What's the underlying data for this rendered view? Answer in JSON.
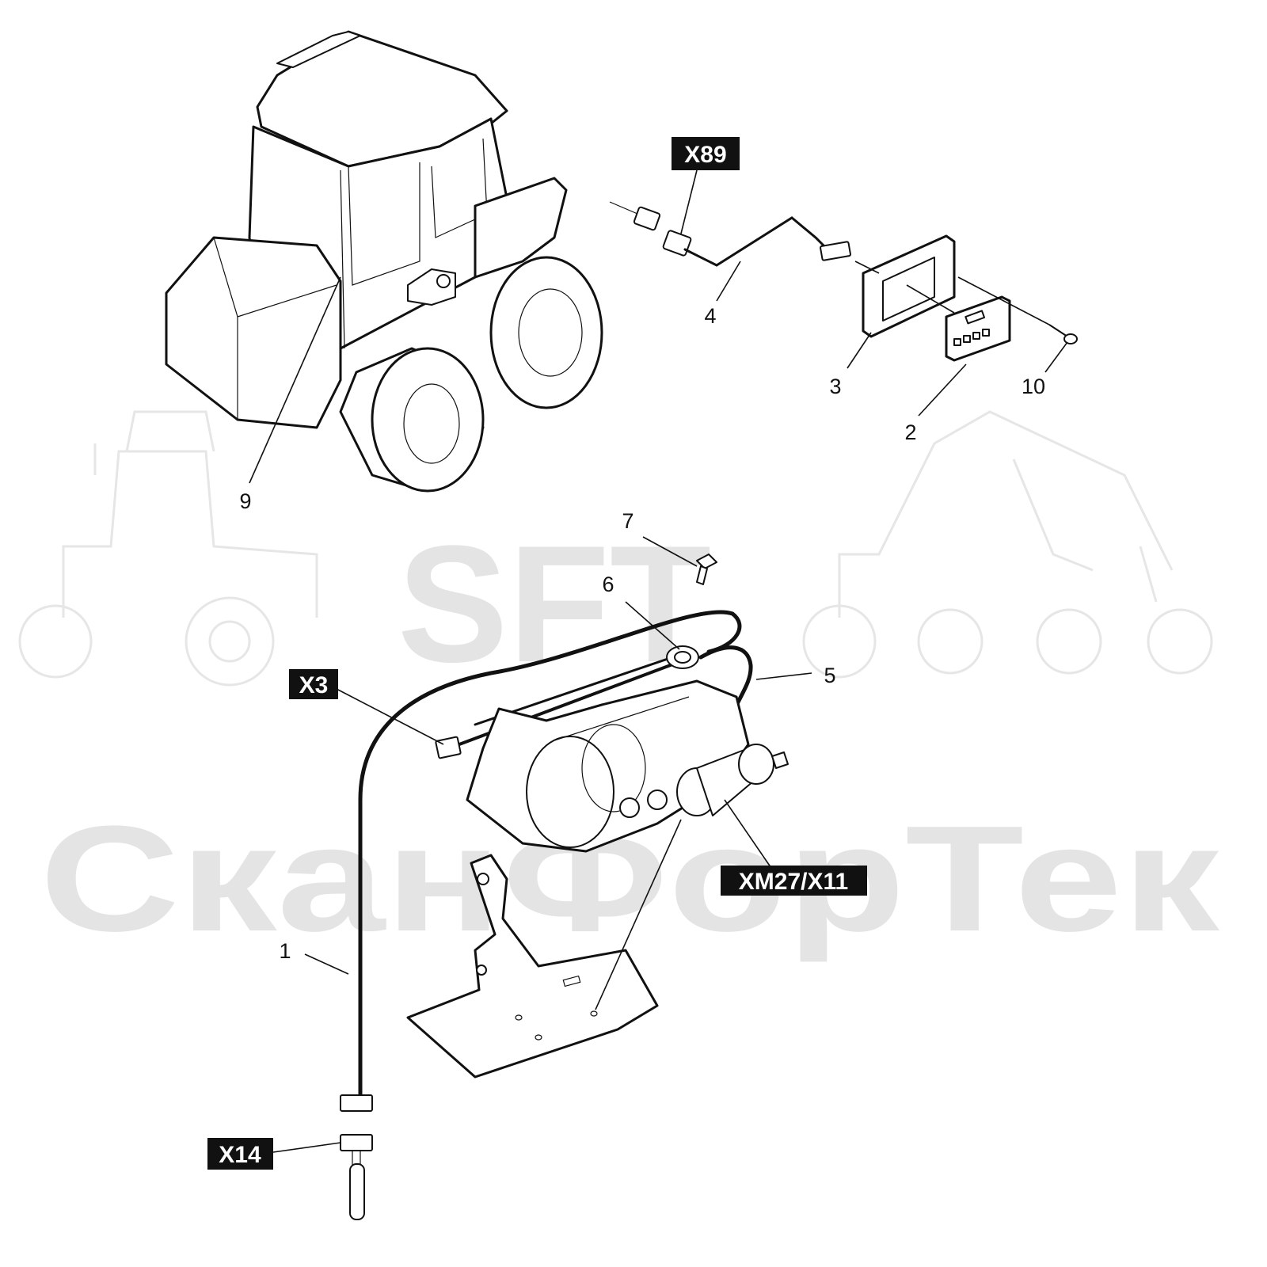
{
  "watermark": {
    "logo_text": "SFT",
    "company_text": "СканФорТек"
  },
  "connectors": [
    {
      "id": "X89",
      "label": "X89"
    },
    {
      "id": "X3",
      "label": "X3"
    },
    {
      "id": "XM27",
      "label": "XM27/X11"
    },
    {
      "id": "X14",
      "label": "X14"
    }
  ],
  "parts": [
    {
      "ref": "1",
      "label": "1"
    },
    {
      "ref": "2",
      "label": "2"
    },
    {
      "ref": "3",
      "label": "3"
    },
    {
      "ref": "4",
      "label": "4"
    },
    {
      "ref": "5",
      "label": "5"
    },
    {
      "ref": "6",
      "label": "6"
    },
    {
      "ref": "7",
      "label": "7"
    },
    {
      "ref": "9",
      "label": "9"
    },
    {
      "ref": "10",
      "label": "10"
    }
  ]
}
